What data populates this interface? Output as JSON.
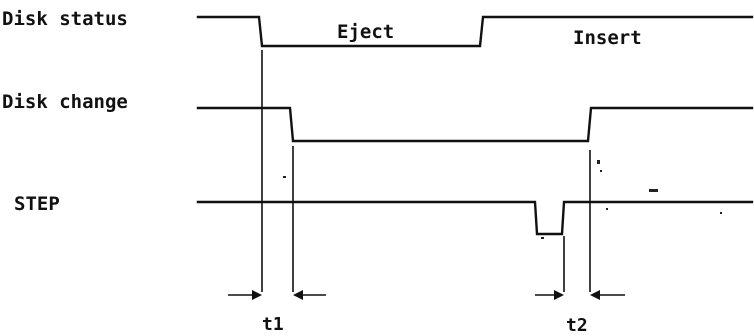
{
  "signals": {
    "disk_status": "Disk status",
    "disk_change": "Disk change",
    "step": "STEP"
  },
  "states": {
    "eject": "Eject",
    "insert": "Insert"
  },
  "timings": {
    "t1": "t1",
    "t2": "t2"
  }
}
